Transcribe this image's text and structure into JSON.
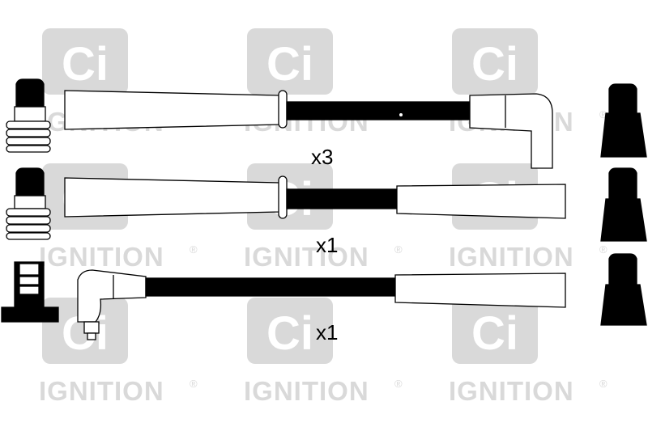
{
  "watermark": {
    "logo_text": "Ci",
    "brand_text": "IGNITION",
    "registered_mark": "®",
    "color": "#d9d9d9"
  },
  "leads": [
    {
      "quantity_label": "x3"
    },
    {
      "quantity_label": "x1"
    },
    {
      "quantity_label": "x1"
    }
  ],
  "colors": {
    "line": "#000000",
    "cable": "#000000",
    "background": "#ffffff"
  }
}
